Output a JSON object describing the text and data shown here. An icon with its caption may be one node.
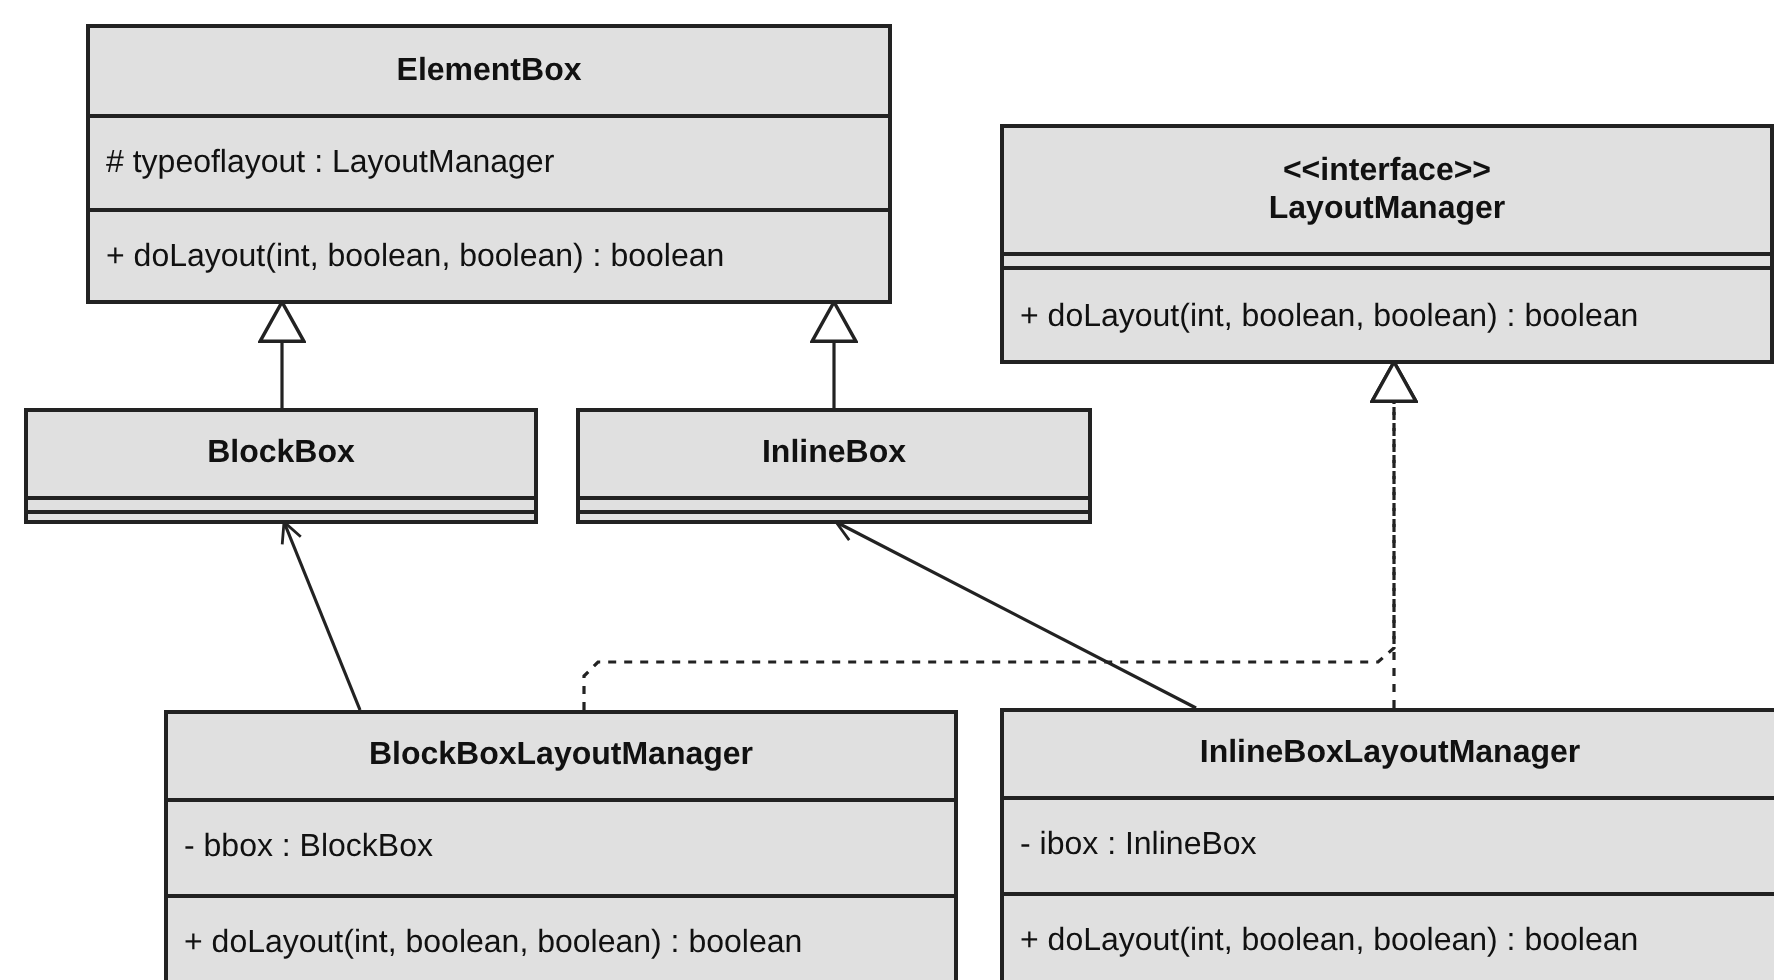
{
  "diagram": {
    "nodes": [
      {
        "text": [
          "ElementBox",
          "# typeoflayout : LayoutManager",
          "+ doLayout(int, boolean, boolean) : boolean"
        ]
      },
      {
        "text": [
          "<<interface>> LayoutManager",
          "+ doLayout(int, boolean, boolean) : boolean"
        ]
      },
      {
        "text": [
          "BlockBox"
        ]
      },
      {
        "text": [
          "InlineBox"
        ]
      },
      {
        "text": [
          "BlockBoxLayoutManager",
          "- bbox : BlockBox",
          "+ doLayout(int, boolean, boolean) : boolean"
        ]
      },
      {
        "text": [
          "InlineBoxLayoutManager",
          "- ibox : InlineBox",
          "+ doLayout(int, boolean, boolean) : boolean"
        ]
      }
    ],
    "edges": [
      {
        "from": 2,
        "to": 0,
        "arrow": "to"
      },
      {
        "from": 3,
        "to": 0,
        "arrow": "to"
      },
      {
        "from": 4,
        "to": 2,
        "arrow": "to"
      },
      {
        "from": 5,
        "to": 3,
        "arrow": "to"
      },
      {
        "from": 4,
        "to": 1,
        "arrow": "to",
        "style": "dashed"
      },
      {
        "from": 5,
        "to": 1,
        "arrow": "to",
        "style": "dashed"
      }
    ]
  }
}
